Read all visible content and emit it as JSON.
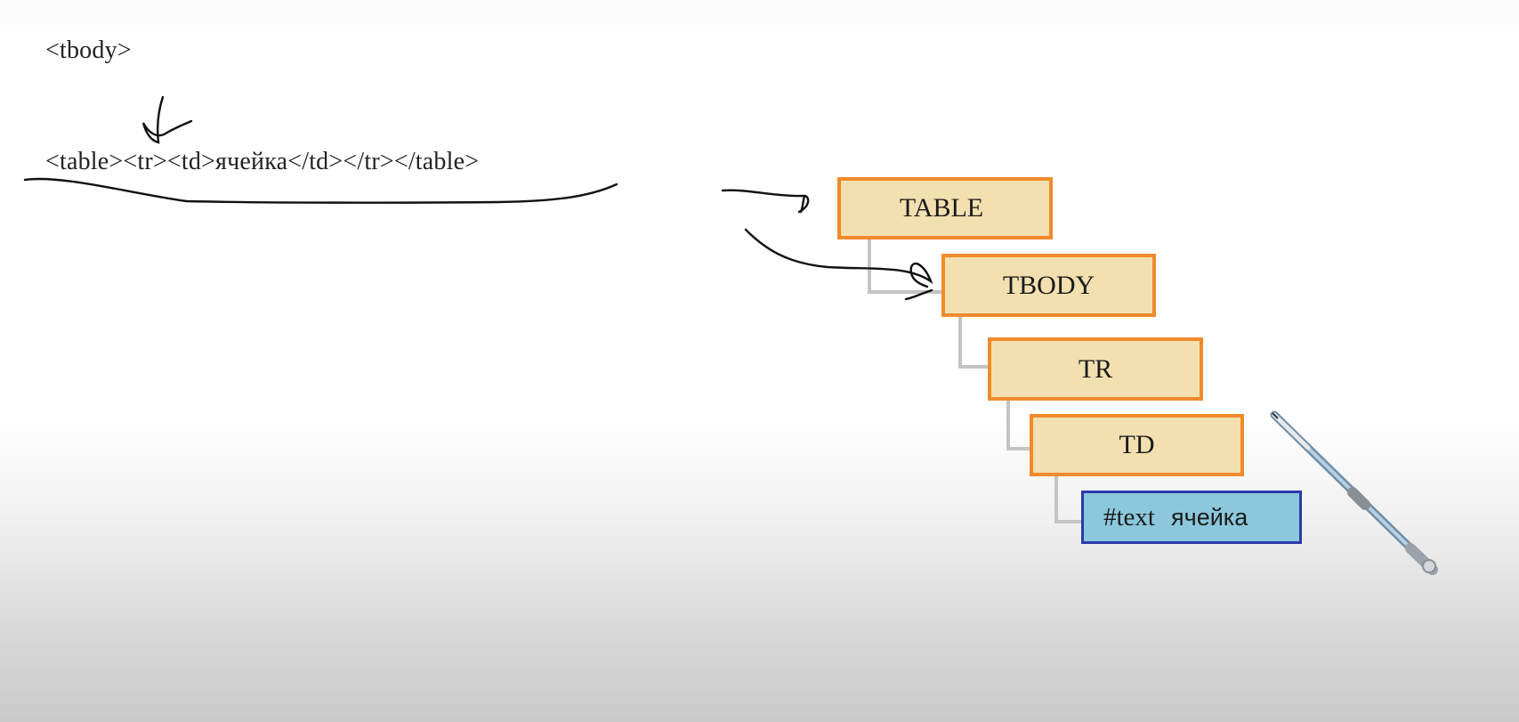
{
  "annotation": {
    "tbody_tag": "<tbody>"
  },
  "markup": {
    "code": "<table><tr><td>ячейка</td></tr></table>"
  },
  "tree": {
    "nodes": [
      {
        "id": "table",
        "label": "TABLE",
        "kind": "element"
      },
      {
        "id": "tbody",
        "label": "TBODY",
        "kind": "element"
      },
      {
        "id": "tr",
        "label": "TR",
        "kind": "element"
      },
      {
        "id": "td",
        "label": "TD",
        "kind": "element"
      },
      {
        "id": "text",
        "label": "#text",
        "value": "ячейка",
        "kind": "text"
      }
    ],
    "element_fill": "#f3e0b0",
    "element_border": "#f08a2c",
    "text_fill": "#8cc8dc",
    "text_border": "#2c3aa8",
    "connector_color": "#c4c4c4"
  },
  "icons": {
    "pen": "pen-icon"
  }
}
